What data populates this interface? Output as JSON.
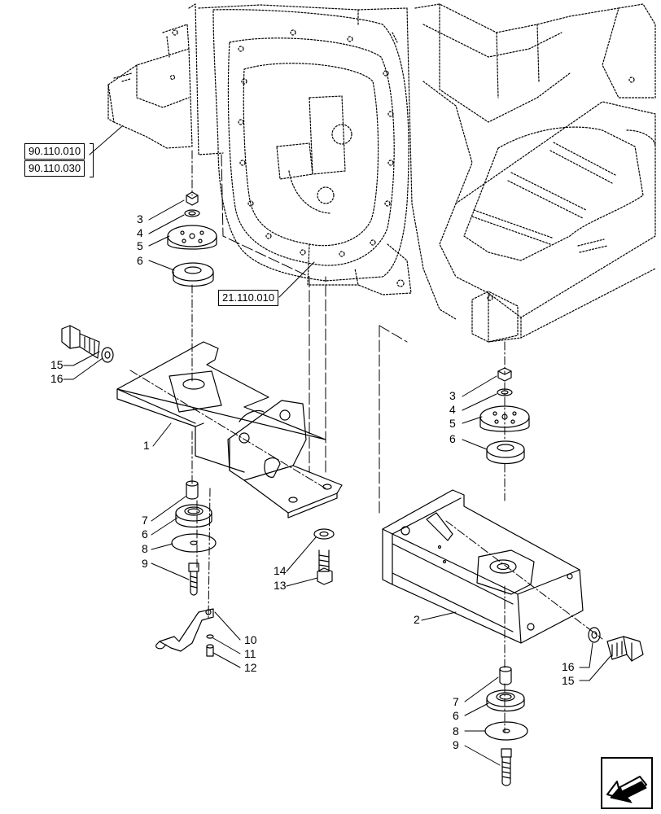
{
  "references": [
    "90.110.010",
    "90.110.030",
    "21.110.010"
  ],
  "callouts": {
    "left_upper": [
      "3",
      "4",
      "5",
      "6"
    ],
    "left_bolt": [
      "15",
      "16"
    ],
    "left_support": "1",
    "left_lower": [
      "7",
      "6",
      "8",
      "9"
    ],
    "left_pin": [
      "14",
      "13"
    ],
    "left_bracket": [
      "10",
      "11",
      "12"
    ],
    "right_upper": [
      "3",
      "4",
      "5",
      "6"
    ],
    "right_support": "2",
    "right_bolt": [
      "16",
      "15"
    ],
    "right_lower": [
      "7",
      "6",
      "8",
      "9"
    ]
  },
  "icons": {
    "nav": "next-page-arrow-icon"
  },
  "colors": {
    "line": "#000000",
    "background": "#ffffff"
  }
}
